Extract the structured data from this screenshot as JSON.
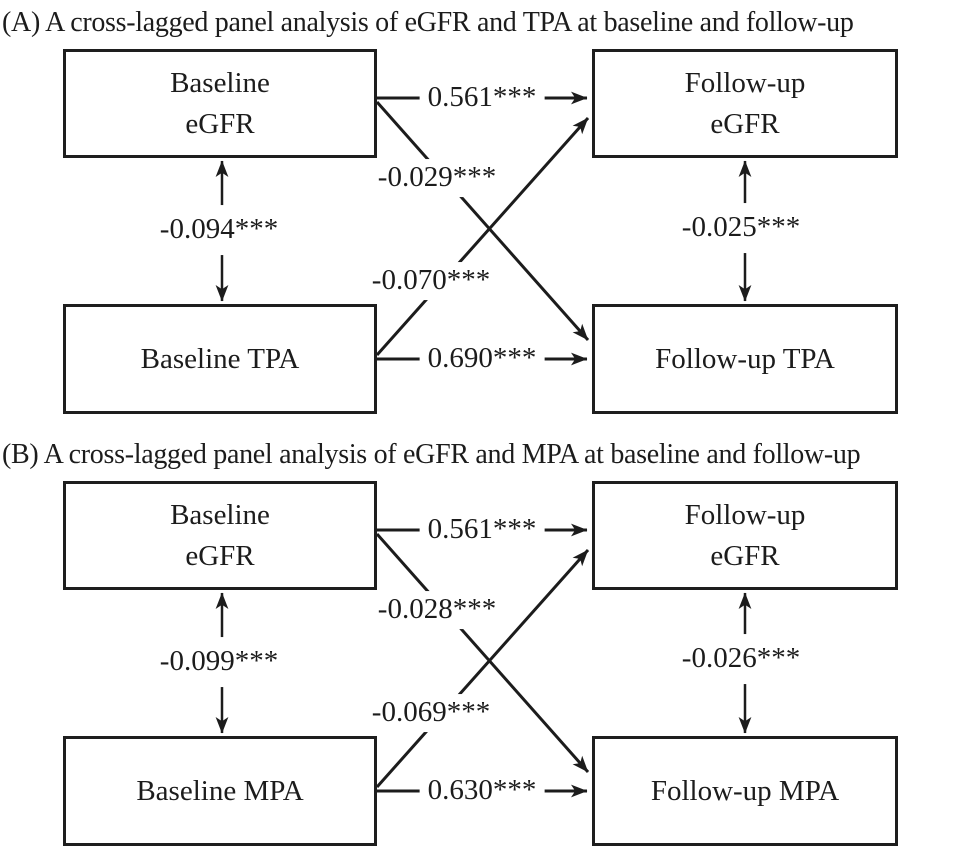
{
  "figure": {
    "colors": {
      "ink": "#1c1c1c",
      "background": "#ffffff"
    },
    "panels": [
      {
        "id": "A",
        "title": "(A) A cross-lagged panel analysis of eGFR and TPA at baseline and follow-up",
        "boxes": {
          "baseline_top": {
            "line1": "Baseline",
            "line2": "eGFR"
          },
          "followup_top": {
            "line1": "Follow-up",
            "line2": "eGFR"
          },
          "baseline_bottom": {
            "label": "Baseline TPA"
          },
          "followup_bottom": {
            "label": "Follow-up TPA"
          }
        },
        "coefficients": {
          "top_autoregressive": "0.561***",
          "cross_top_to_bottom": "-0.029***",
          "cross_bottom_to_top": "-0.070***",
          "bottom_autoregressive": "0.690***",
          "baseline_correlation": "-0.094***",
          "followup_correlation": "-0.025***"
        }
      },
      {
        "id": "B",
        "title": "(B) A cross-lagged panel analysis of eGFR and MPA at baseline and follow-up",
        "boxes": {
          "baseline_top": {
            "line1": "Baseline",
            "line2": "eGFR"
          },
          "followup_top": {
            "line1": "Follow-up",
            "line2": "eGFR"
          },
          "baseline_bottom": {
            "label": "Baseline MPA"
          },
          "followup_bottom": {
            "label": "Follow-up MPA"
          }
        },
        "coefficients": {
          "top_autoregressive": "0.561***",
          "cross_top_to_bottom": "-0.028***",
          "cross_bottom_to_top": "-0.069***",
          "bottom_autoregressive": "0.630***",
          "baseline_correlation": "-0.099***",
          "followup_correlation": "-0.026***"
        }
      }
    ]
  }
}
